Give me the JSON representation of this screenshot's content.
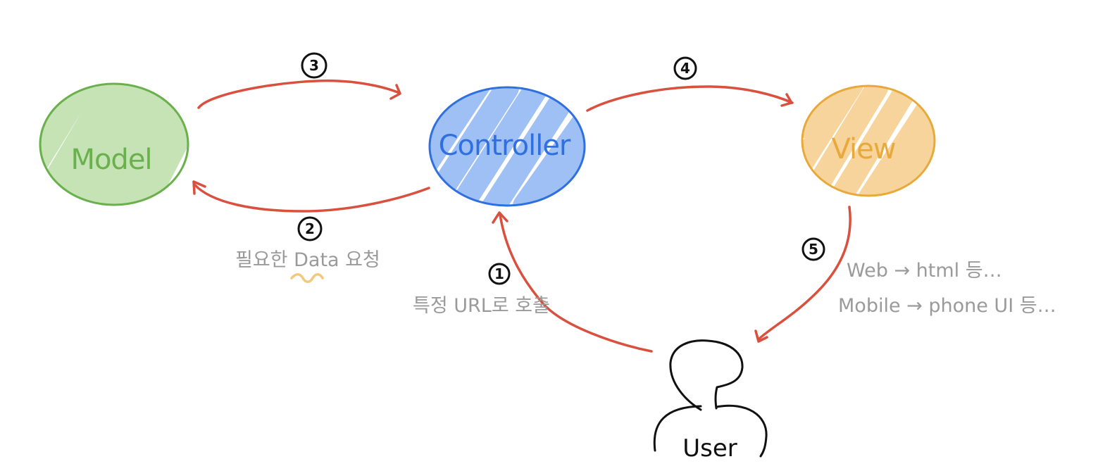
{
  "nodes": {
    "model": {
      "label": "Model",
      "stroke": "#6ab04c",
      "fill": "#c5e3b5",
      "text": "#6ab04c"
    },
    "controller": {
      "label": "Controller",
      "stroke": "#2f6fe0",
      "fill": "#9ec0f5",
      "text": "#2f6fe0"
    },
    "view": {
      "label": "View",
      "stroke": "#e8a93a",
      "fill": "#f6d49b",
      "text": "#e8a93a"
    },
    "user": {
      "label": "User",
      "stroke": "#111111"
    }
  },
  "arrow_color": "#d9503f",
  "steps": {
    "s1": {
      "number": "1",
      "note": "특정 URL로 호출"
    },
    "s2": {
      "number": "2",
      "note_prefix": "필요한 ",
      "note_highlight": "Data",
      "note_suffix": " 요청"
    },
    "s3": {
      "number": "3"
    },
    "s4": {
      "number": "4"
    },
    "s5": {
      "number": "5",
      "note_line1": "Web → html 등…",
      "note_line2": "Mobile → phone UI 등…"
    }
  }
}
